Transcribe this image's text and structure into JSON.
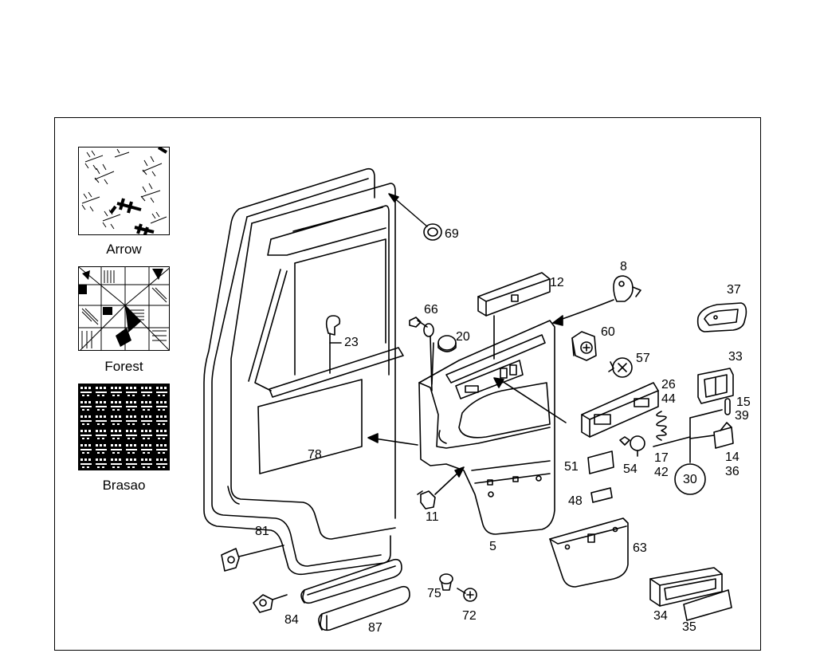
{
  "swatches": [
    {
      "label": "Arrow"
    },
    {
      "label": "Forest"
    },
    {
      "label": "Brasao"
    }
  ],
  "callouts": [
    {
      "id": "69",
      "text": "69"
    },
    {
      "id": "12",
      "text": "12"
    },
    {
      "id": "8",
      "text": "8"
    },
    {
      "id": "37",
      "text": "37"
    },
    {
      "id": "66",
      "text": "66"
    },
    {
      "id": "20",
      "text": "20"
    },
    {
      "id": "60",
      "text": "60"
    },
    {
      "id": "23",
      "text": "23"
    },
    {
      "id": "57",
      "text": "57"
    },
    {
      "id": "33",
      "text": "33"
    },
    {
      "id": "26",
      "text": "26"
    },
    {
      "id": "44",
      "text": "44"
    },
    {
      "id": "15",
      "text": "15"
    },
    {
      "id": "39",
      "text": "39"
    },
    {
      "id": "78",
      "text": "78"
    },
    {
      "id": "17",
      "text": "17"
    },
    {
      "id": "42",
      "text": "42"
    },
    {
      "id": "14",
      "text": "14"
    },
    {
      "id": "36",
      "text": "36"
    },
    {
      "id": "51",
      "text": "51"
    },
    {
      "id": "54",
      "text": "54"
    },
    {
      "id": "30",
      "text": "30"
    },
    {
      "id": "48",
      "text": "48"
    },
    {
      "id": "11",
      "text": "11"
    },
    {
      "id": "81",
      "text": "81"
    },
    {
      "id": "5",
      "text": "5"
    },
    {
      "id": "63",
      "text": "63"
    },
    {
      "id": "75",
      "text": "75"
    },
    {
      "id": "72",
      "text": "72"
    },
    {
      "id": "84",
      "text": "84"
    },
    {
      "id": "87",
      "text": "87"
    },
    {
      "id": "34",
      "text": "34"
    },
    {
      "id": "35",
      "text": "35"
    }
  ]
}
